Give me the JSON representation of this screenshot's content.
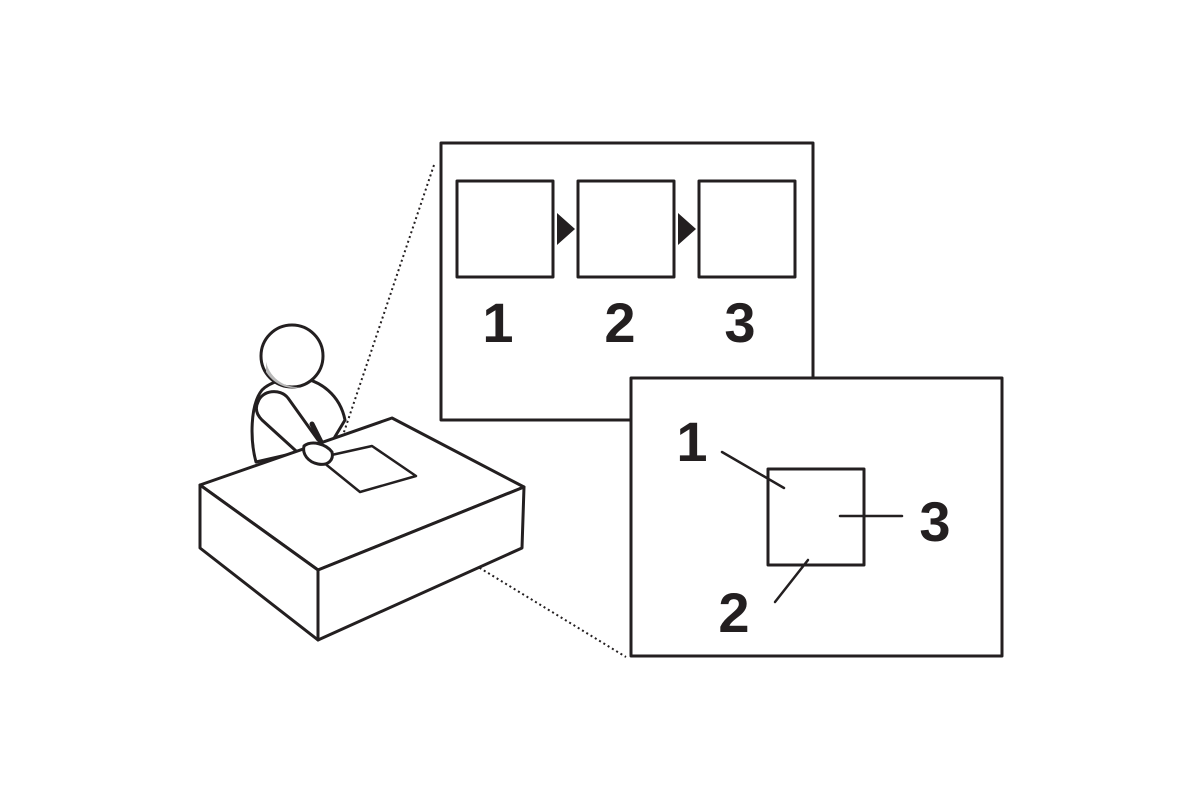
{
  "sequence_panel": {
    "labels": [
      "1",
      "2",
      "3"
    ]
  },
  "spatial_panel": {
    "labels": [
      "1",
      "2",
      "3"
    ]
  },
  "colors": {
    "ink": "#231f20",
    "background": "#ffffff"
  }
}
